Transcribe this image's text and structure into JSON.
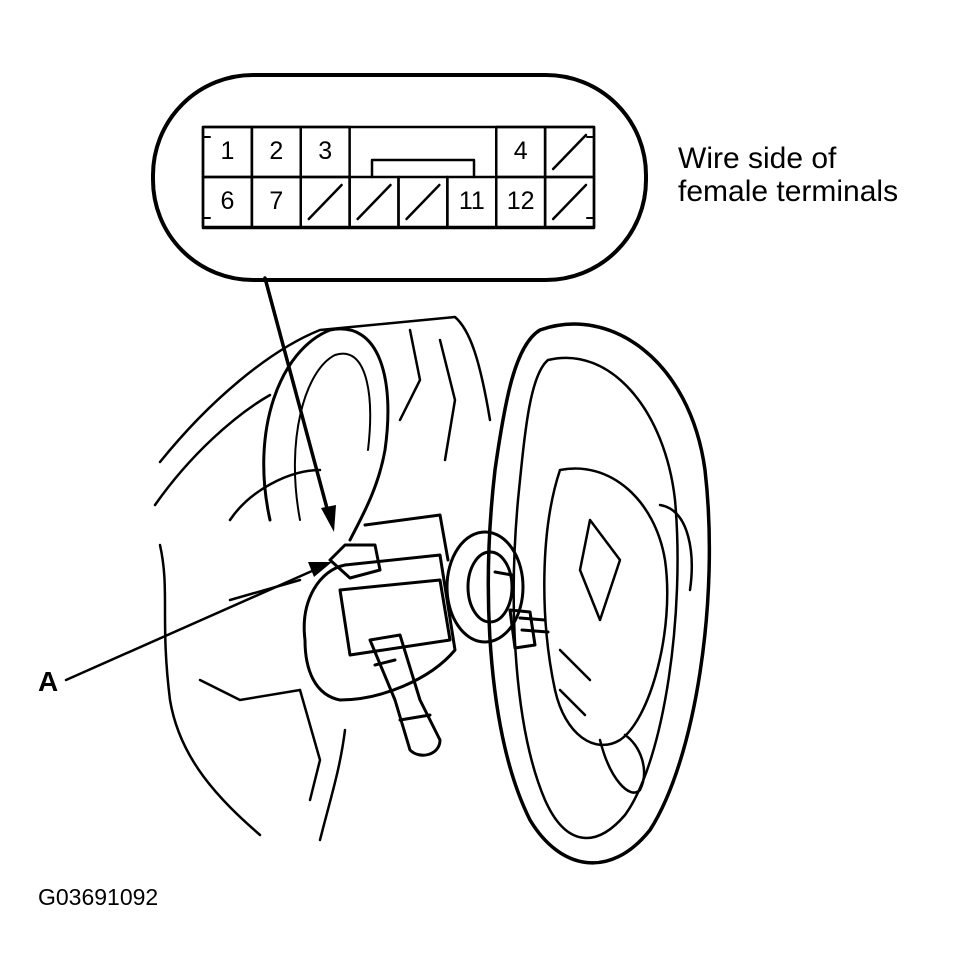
{
  "connector": {
    "caption_line1": "Wire side of",
    "caption_line2": "female terminals",
    "top_row": [
      {
        "label": "1",
        "hatched": false
      },
      {
        "label": "2",
        "hatched": false
      },
      {
        "label": "3",
        "hatched": false
      },
      {
        "label": "",
        "hatched": false
      },
      {
        "label": "",
        "hatched": false
      },
      {
        "label": "",
        "hatched": false
      },
      {
        "label": "4",
        "hatched": false
      },
      {
        "label": "",
        "hatched": true
      }
    ],
    "bottom_row": [
      {
        "label": "6",
        "hatched": false
      },
      {
        "label": "7",
        "hatched": false
      },
      {
        "label": "",
        "hatched": true
      },
      {
        "label": "",
        "hatched": true
      },
      {
        "label": "",
        "hatched": true
      },
      {
        "label": "11",
        "hatched": false
      },
      {
        "label": "12",
        "hatched": false
      },
      {
        "label": "",
        "hatched": true
      }
    ]
  },
  "callout_a": "A",
  "figure_code": "G03691092"
}
